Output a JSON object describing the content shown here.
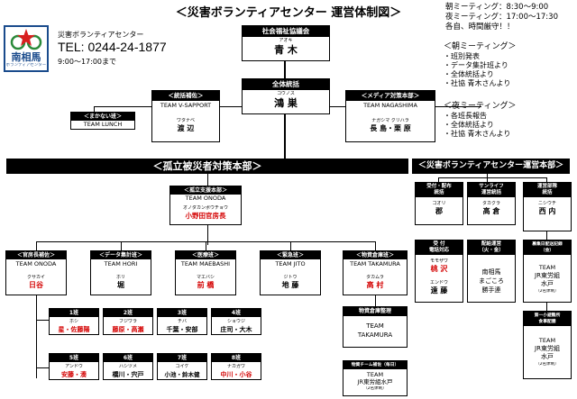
{
  "title": "＜災害ボランティアセンター 運営体制図＞",
  "schedule": [
    "朝ミーティング：8:30～9:00",
    "夜ミーティング：17:00～17:30",
    "各自、時間厳守！！"
  ],
  "center": {
    "logo_text": "南相馬",
    "logo_sub": "ボランティアセンター",
    "name": "災害ボランティアセンター",
    "tel": "TEL: 0244-24-1877",
    "hours": "9:00～17:00まで"
  },
  "morning": {
    "title": "＜朝ミーティング＞",
    "items": [
      "・班別発表",
      "・データ集計班より",
      "・全体統括より",
      "・社協 青木さんより"
    ]
  },
  "evening": {
    "title": "＜夜ミーティング＞",
    "items": [
      "・各班長報告",
      "・全体統括より",
      "・社協 青木さんより"
    ]
  },
  "shakyo": {
    "header": "社会福祉協議会",
    "ruby": "アオキ",
    "name": "青 木"
  },
  "zentai": {
    "header": "全体統括",
    "ruby": "コウノス",
    "name": "鴻 巣"
  },
  "makanai": {
    "header": "＜まかない班＞",
    "team": "TEAM LUNCH"
  },
  "tokatsu": {
    "header": "＜統括補佐＞",
    "team": "TEAM V-SAPPORT",
    "ruby": "ワタナベ",
    "name": "渡 辺"
  },
  "media": {
    "header": "＜メディア対策本部＞",
    "team": "TEAM NAGASHIMA",
    "ruby": "ナガシマ クリハラ",
    "name": "長 島・栗 原"
  },
  "koritsu": {
    "title": "＜孤立被災者対策本部＞"
  },
  "saigai_hq": {
    "title": "＜災害ボランティアセンター運営本部＞"
  },
  "shien": {
    "header": "＜孤立支援本部＞",
    "team": "TEAM ONODA",
    "ruby": "オノダカンポウチョウ",
    "name": "小野田官房長"
  },
  "teams": [
    {
      "header": "＜官房長補佐＞",
      "team": "TEAM ONODA",
      "ruby": "クサカイ",
      "name": "日谷",
      "red": true
    },
    {
      "header": "＜データ集計班＞",
      "team": "TEAM HORI",
      "ruby": "ホリ",
      "name": "堀",
      "red": false
    },
    {
      "header": "＜医療班＞",
      "team": "TEAM MAEBASHI",
      "ruby": "マエバシ",
      "name": "前 橋",
      "red": true
    },
    {
      "header": "＜緊急班＞",
      "team": "TEAM JITO",
      "ruby": "ジトウ",
      "name": "地 藤",
      "red": false
    },
    {
      "header": "＜物資倉庫班＞",
      "team": "TEAM TAKAMURA",
      "ruby": "タカムラ",
      "name": "高 村",
      "red": true
    }
  ],
  "han": [
    {
      "header": "1班",
      "ruby": "ホシ",
      "name": "星・佐藤陽",
      "red": true
    },
    {
      "header": "2班",
      "ruby": "フジワラ",
      "name": "藤原・高瀬",
      "red": true
    },
    {
      "header": "3班",
      "ruby": "チバ",
      "name": "千葉・安部",
      "red": false
    },
    {
      "header": "4班",
      "ruby": "ショウジ",
      "name": "庄司・大木",
      "red": false
    },
    {
      "header": "5班",
      "ruby": "アンドウ",
      "name": "安藤・湊",
      "red": true
    },
    {
      "header": "6班",
      "ruby": "ハシヅメ",
      "name": "橋川・宍戸",
      "red": false
    },
    {
      "header": "7班",
      "ruby": "コイケ",
      "name": "小池・鈴木健",
      "red": false
    },
    {
      "header": "8班",
      "ruby": "ナカガワ",
      "name": "中川・小谷",
      "red": true
    }
  ],
  "bussi_seiri": {
    "header": "物資倉庫整理",
    "team1": "TEAM",
    "team2": "TAKAMURA"
  },
  "bussi_team": {
    "header": "物資チーム補佐（毎日）",
    "team": "TEAM",
    "name": "JR東労組水戸",
    "sub": "（2名体制）"
  },
  "uketsuke": {
    "header1": "受付・配布",
    "header2": "統括",
    "ruby": "ゴオリ",
    "name": "郡"
  },
  "sunlife": {
    "header1": "サンライフ",
    "header2": "運営統括",
    "ruby": "タカクラ",
    "name": "高 倉"
  },
  "unei": {
    "header1": "運営部隊",
    "header2": "統括",
    "ruby": "ニシウチ",
    "name": "西 内"
  },
  "denwa": {
    "header1": "受 付",
    "header2": "電話対応",
    "ruby1": "モモザワ",
    "name1": "桃 沢",
    "ruby2": "エンドウ",
    "name2": "遠 藤"
  },
  "haitatsu": {
    "header1": "配給運営",
    "header2": "（火・金）",
    "l1": "南相馬",
    "l2": "まごころ",
    "l3": "勝手連"
  },
  "sonota": {
    "header1": "募集日配送記録",
    "header2": "（金）",
    "team": "TEAM",
    "name1": "JR東労組",
    "name2": "水戸",
    "sub": "（2名体制）"
  },
  "kyuko": {
    "header1": "第一小避難所",
    "header2": "食事配膳",
    "team": "TEAM",
    "name1": "JR東労組",
    "name2": "水戸",
    "sub": "（2名体制）"
  }
}
